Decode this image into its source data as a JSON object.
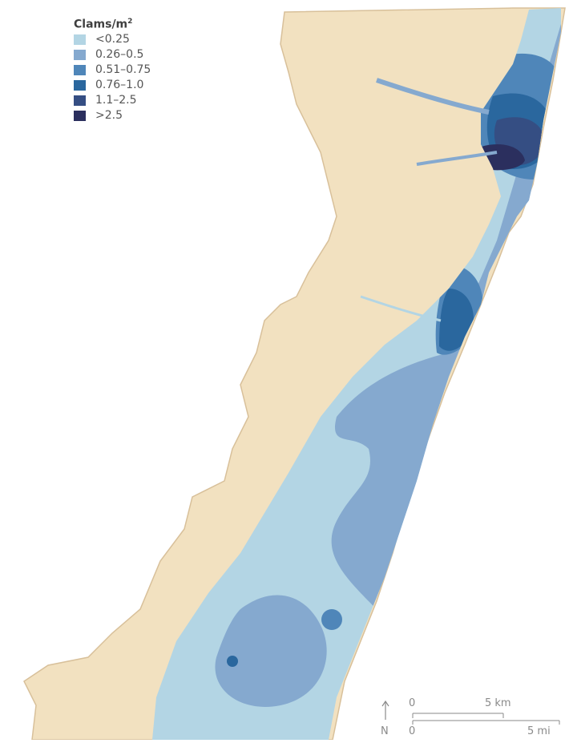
{
  "legend": {
    "title": "Clams/m",
    "title_sup": "2",
    "items": [
      {
        "label": "<0.25",
        "color": "#b3d5e4"
      },
      {
        "label": "0.26–0.5",
        "color": "#85a9cf"
      },
      {
        "label": "0.51–0.75",
        "color": "#4f86b9"
      },
      {
        "label": "0.76–1.0",
        "color": "#2a679e"
      },
      {
        "label": "1.1–2.5",
        "color": "#354e83"
      },
      {
        "label": ">2.5",
        "color": "#2b2f5e"
      }
    ]
  },
  "scale": {
    "north_label": "N",
    "km_start": "0",
    "km_end": "5 km",
    "mi_start": "0",
    "mi_end": "5 mi"
  },
  "colors": {
    "land": "#f2e1c0",
    "land_edge": "#d8c09a",
    "background": "#ffffff"
  }
}
